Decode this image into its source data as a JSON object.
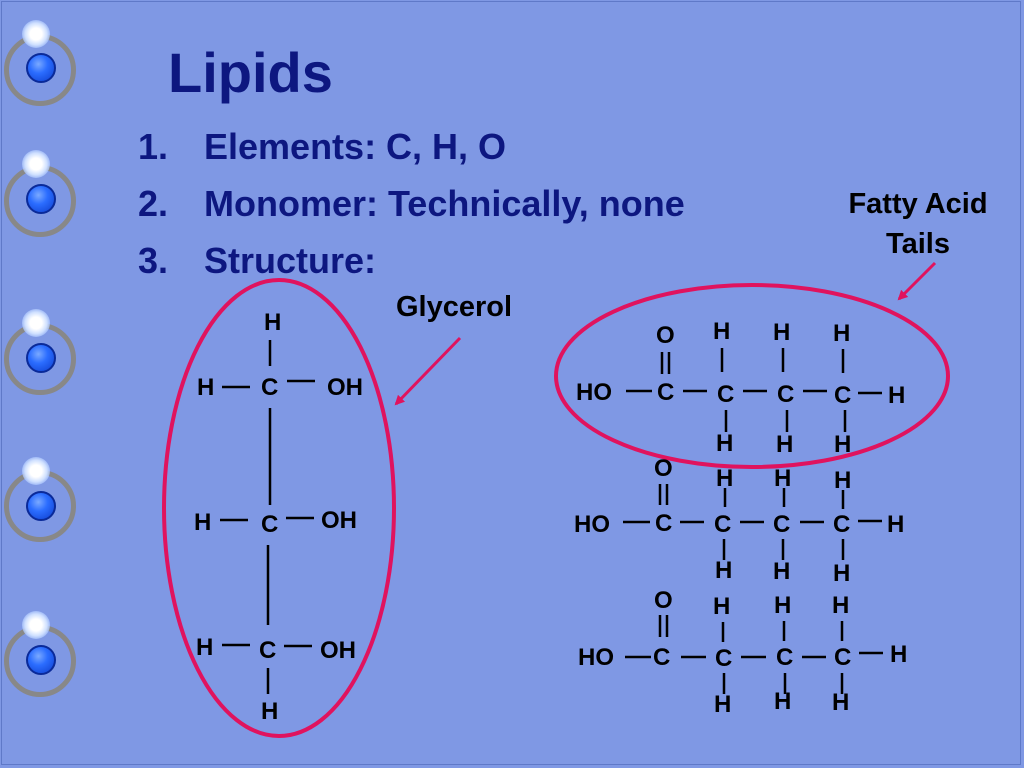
{
  "slide": {
    "title": "Lipids",
    "points": [
      {
        "number": "1.",
        "text": "Elements:  C, H, O"
      },
      {
        "number": "2.",
        "text": "Monomer:  Technically, none"
      },
      {
        "number": "3.",
        "text": "Structure:"
      }
    ],
    "labels": {
      "glycerol": "Glycerol",
      "fatty_acid_line1": "Fatty Acid",
      "fatty_acid_line2": "Tails"
    },
    "colors": {
      "background": "#7f98e4",
      "title_text": "#0d1780",
      "highlight": "#e0135e"
    }
  }
}
